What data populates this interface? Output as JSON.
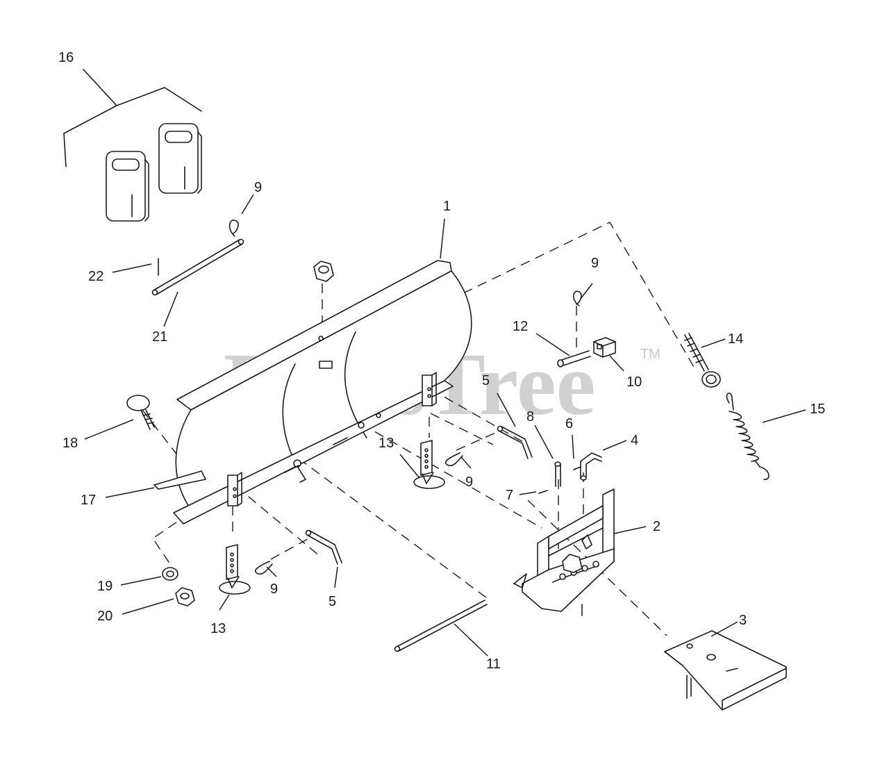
{
  "watermark": {
    "text": "PartsTree",
    "mark": "TM"
  },
  "callouts": [
    "16",
    "9",
    "1",
    "22",
    "21",
    "9",
    "12",
    "14",
    "10",
    "15",
    "5",
    "18",
    "8",
    "6",
    "4",
    "13",
    "9",
    "7",
    "17",
    "2",
    "19",
    "9",
    "5",
    "20",
    "13",
    "3",
    "11"
  ],
  "colors": {
    "ink": "#1a1a1a",
    "paper": "#ffffff",
    "watermark": "#c9c9c9"
  }
}
